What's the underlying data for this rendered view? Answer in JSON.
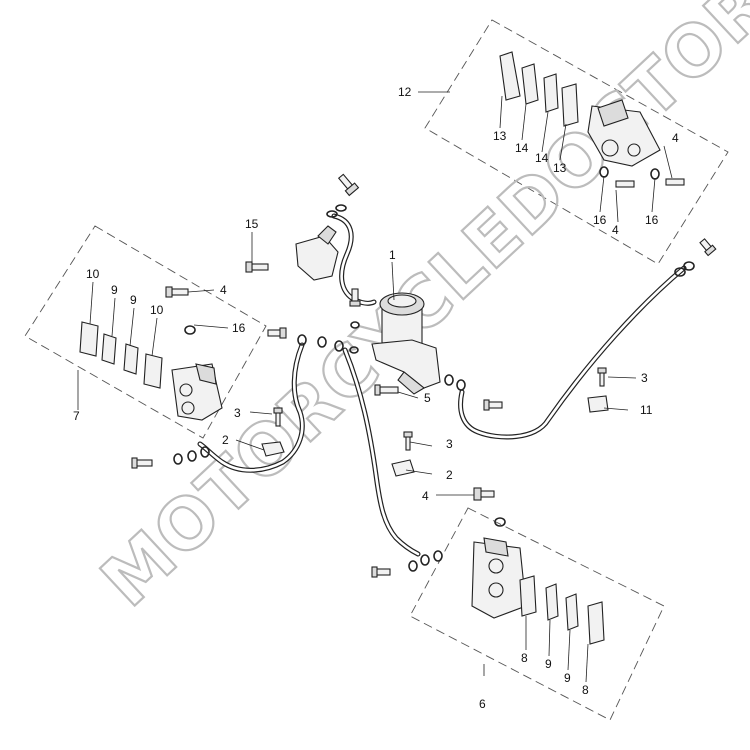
{
  "watermark": "MOTORCYCLEDOCTOR",
  "callouts": {
    "c1": "1",
    "c2a": "2",
    "c2b": "2",
    "c3a": "3",
    "c3b": "3",
    "c3c": "3",
    "c4a": "4",
    "c4b": "4",
    "c4c": "4",
    "c4d": "4",
    "c5": "5",
    "c6": "6",
    "c7": "7",
    "c8a": "8",
    "c8b": "8",
    "c9a": "9",
    "c9b": "9",
    "c9c": "9",
    "c9d": "9",
    "c10a": "10",
    "c10b": "10",
    "c11": "11",
    "c12": "12",
    "c13a": "13",
    "c13b": "13",
    "c14a": "14",
    "c14b": "14",
    "c15": "15",
    "c16a": "16",
    "c16b": "16",
    "c16c": "16"
  }
}
